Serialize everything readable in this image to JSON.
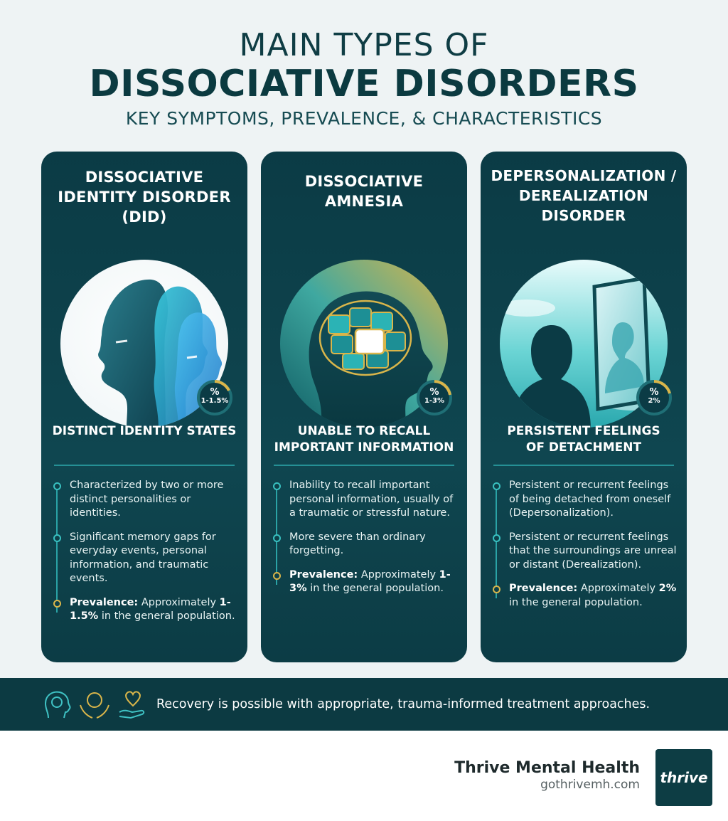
{
  "header": {
    "line1": "MAIN TYPES OF",
    "line2": "DISSOCIATIVE DISORDERS",
    "line3": "KEY SYMPTOMS, PREVALENCE, & CHARACTERISTICS"
  },
  "cards": [
    {
      "title": "DISSOCIATIVE IDENTITY DISORDER (DID)",
      "badge_symbol": "%",
      "badge_value": "1-1.5%",
      "subtitle": "DISTINCT IDENTITY STATES",
      "bullets": [
        "Characterized by two or more distinct personalities or identities.",
        "Significant memory gaps for everyday events, personal information, and traumatic events."
      ],
      "prevalence_label": "Prevalence:",
      "prevalence_text_a": " Approximately ",
      "prevalence_value": "1-1.5%",
      "prevalence_text_b": " in the general population."
    },
    {
      "title": "DISSOCIATIVE AMNESIA",
      "badge_symbol": "%",
      "badge_value": "1-3%",
      "subtitle": "UNABLE TO RECALL IMPORTANT INFORMATION",
      "bullets": [
        "Inability to recall important personal information, usually of a traumatic or stressful nature.",
        "More severe than ordinary forgetting."
      ],
      "prevalence_label": "Prevalence:",
      "prevalence_text_a": " Approximately ",
      "prevalence_value": "1-3%",
      "prevalence_text_b": " in the general population."
    },
    {
      "title": "DEPERSONALIZATION / DEREALIZATION DISORDER",
      "badge_symbol": "%",
      "badge_value": "2%",
      "subtitle": "PERSISTENT FEELINGS OF DETACHMENT",
      "bullets": [
        "Persistent or recurrent feelings of being detached from oneself (Depersonalization).",
        "Persistent or recurrent feelings that the surroundings are unreal or distant (Derealization)."
      ],
      "prevalence_label": "Prevalence:",
      "prevalence_text_a": " Approximately ",
      "prevalence_value": "2%",
      "prevalence_text_b": " in the general population."
    }
  ],
  "banner": {
    "icons": [
      "brain-head-icon",
      "brain-hands-icon",
      "heart-hand-icon"
    ],
    "text": "Recovery is possible with appropriate, trauma-informed treatment approaches."
  },
  "footer": {
    "brand_name": "Thrive Mental Health",
    "url": "gothrivemh.com",
    "logo_text": "thrive"
  },
  "colors": {
    "card_bg": "#0b3b45",
    "accent_teal": "#2aa3a6",
    "accent_gold": "#d9b54a",
    "title_dark": "#0b3a40"
  }
}
